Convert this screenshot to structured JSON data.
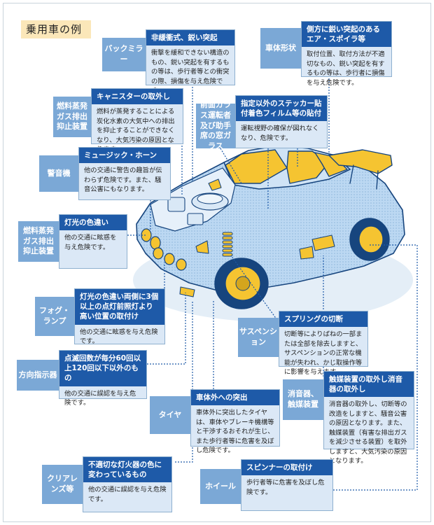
{
  "title": "乗用車の例",
  "items": [
    {
      "category": "バックミラー",
      "heading": "非緩衝式、鋭い突起",
      "body": "衝撃を緩和できない構造のもの、鋭い突起を有するもの等は、歩行者等との衝突の際、損傷を与え危険です。"
    },
    {
      "category": "車体形状",
      "heading": "側方に鋭い突起のあるエア・スポイラ等",
      "body": "取付位置、取付方法が不適切なもの、鋭い突起を有するもの等は、歩行者に損傷を与え危険です。"
    },
    {
      "category": "燃料蒸発ガス排出抑止装置",
      "heading": "キャニスターの取外し",
      "body": "燃料が蒸発することによる炭化水素の大気中への排出を抑止することができなくなり、大気汚染の原因となります。"
    },
    {
      "category": "前面ガラス運転者及び助手席の窓ガラス",
      "heading": "指定以外のステッカー貼付着色フィルム等の貼付",
      "body": "運転視野の確保が図れなくなり、危険です。"
    },
    {
      "category": "警音機",
      "heading": "ミュージック・ホーン",
      "body": "他の交通に警告の趣旨が伝わらず危険です。また、騒音公害にもなります。"
    },
    {
      "category": "燃料蒸発ガス排出抑止装置",
      "heading": "灯光の色違い",
      "body": "他の交通に眩惑を与え危険です。"
    },
    {
      "category": "フォグ・ランプ",
      "heading": "灯光の色違い両側に3個以上の点灯前照灯より高い位置の取付け",
      "body": "他の交通に眩惑を与え危険です。"
    },
    {
      "category": "サスペンション",
      "heading": "スプリングの切断",
      "body": "切断等によりばねの一部または全部を除去しますと、サスペンションの正常な機能が失われ、かじ取操作等に影響を与えます。"
    },
    {
      "category": "方向指示器",
      "heading": "点滅回数が毎分60回以上120回以下以外のもの",
      "body": "他の交通に誤認を与え危険です。"
    },
    {
      "category": "消音器、触媒装置",
      "heading": "触媒装置の取外し消音器の取外し",
      "body": "消音器の取外し、切断等の改造をしますと、騒音公害の原因となります。また、触媒装置（有害な排出ガスを減少させる装置）を取外しますと、大気汚染の原因となります。"
    },
    {
      "category": "タイヤ",
      "heading": "車体外への突出",
      "body": "車体外に突出したタイヤは、車体やブレーキ機構等と干渉するおそれが生じ、また歩行者等に危害を及ぼし危険です。"
    },
    {
      "category": "クリアレンズ等",
      "heading": "不適切な灯火器の色に変わっているもの",
      "body": "他の交通に誤認を与え危険です。"
    },
    {
      "category": "ホイール",
      "heading": "スピンナーの取付け",
      "body": "歩行者等に危害を及ぼし危険です。"
    }
  ]
}
